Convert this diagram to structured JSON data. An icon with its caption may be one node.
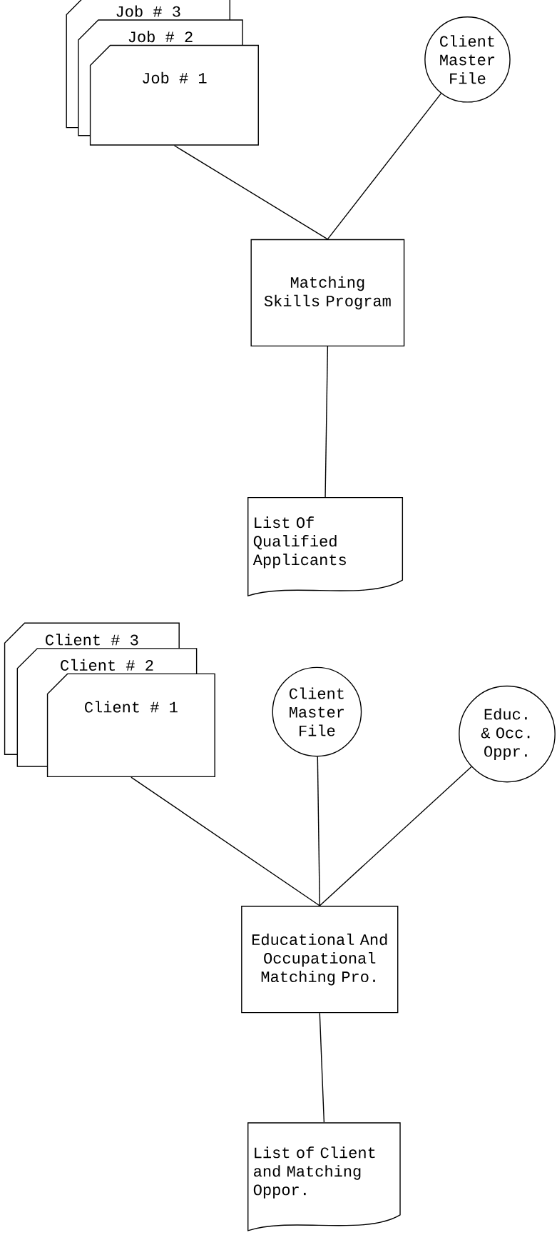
{
  "diagram": {
    "nodes": [
      {
        "text": [
          "Job # 3"
        ]
      },
      {
        "text": [
          "Job # 2"
        ]
      },
      {
        "text": [
          "Job # 1"
        ]
      },
      {
        "text": [
          "Client Master File"
        ]
      },
      {
        "text": [
          "Matching Skills Program"
        ]
      },
      {
        "text": [
          "List Of Qualified Applicants"
        ]
      },
      {
        "text": [
          "Client # 3"
        ]
      },
      {
        "text": [
          "Client # 2"
        ]
      },
      {
        "text": [
          "Client # 1"
        ]
      },
      {
        "text": [
          "Client Master File"
        ]
      },
      {
        "text": [
          "Educ. & Occ. Oppr."
        ]
      },
      {
        "text": [
          "Educational And Occupational Matching Pro."
        ]
      },
      {
        "text": [
          "List of Client and Matching Oppor."
        ]
      }
    ],
    "edges": [
      {
        "from": 2,
        "to": 4,
        "arrow": "none"
      },
      {
        "from": 3,
        "to": 4,
        "arrow": "none"
      },
      {
        "from": 4,
        "to": 5,
        "arrow": "none"
      },
      {
        "from": 8,
        "to": 11,
        "arrow": "none"
      },
      {
        "from": 9,
        "to": 11,
        "arrow": "none"
      },
      {
        "from": 10,
        "to": 11,
        "arrow": "none"
      },
      {
        "from": 11,
        "to": 12,
        "arrow": "none"
      }
    ]
  }
}
